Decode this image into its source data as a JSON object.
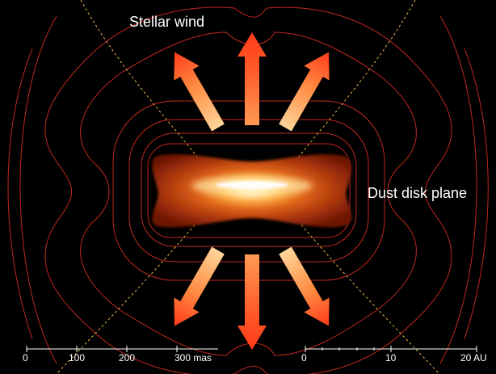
{
  "labels": {
    "stellar_wind": "Stellar wind",
    "dust_disk_plane": "Dust disk plane"
  },
  "scale_mas": {
    "ticks": [
      "0",
      "100",
      "200",
      "300 mas"
    ]
  },
  "scale_au": {
    "ticks": [
      "0",
      "10",
      "20 AU"
    ]
  },
  "colors": {
    "background": "#000000",
    "contour": "#c0281e",
    "dashed_curve": "#e8b04a",
    "arrow_base": "#ffd59a",
    "arrow_tip": "#ff3a1a",
    "disk_core": "#ffffff",
    "disk_outer": "#8a1a05",
    "scale_bar": "#ffffff"
  }
}
